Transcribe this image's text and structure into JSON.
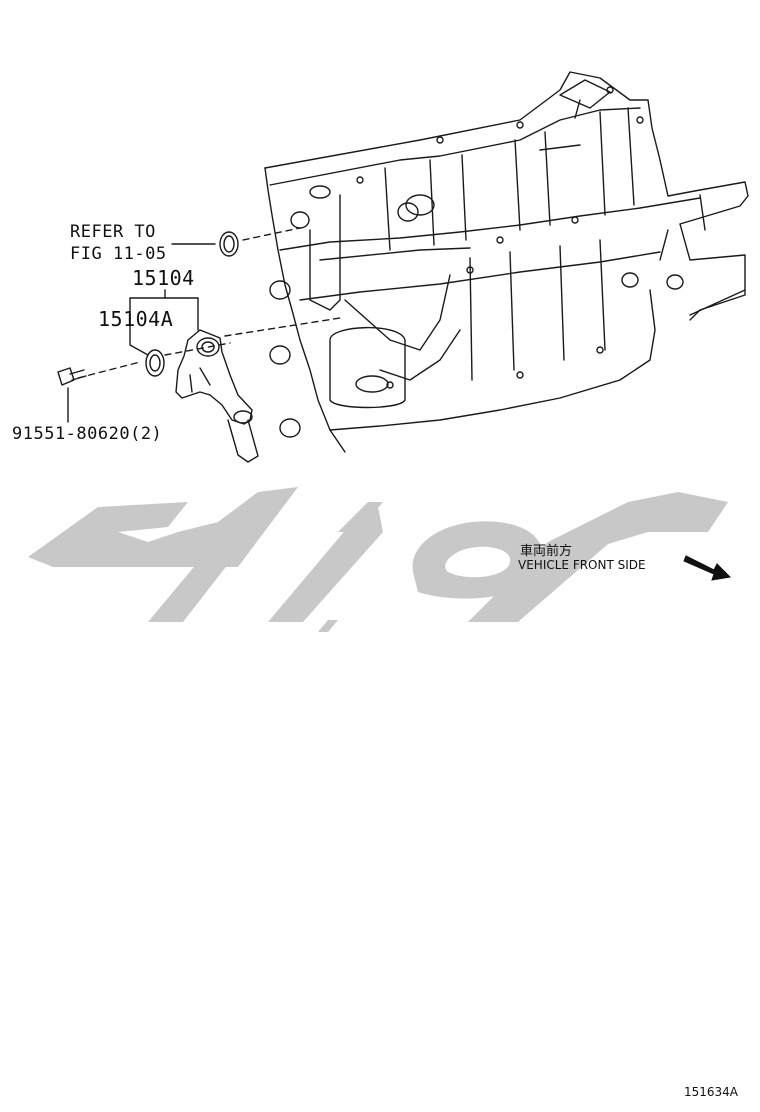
{
  "diagram": {
    "refer_line1": "REFER TO",
    "refer_line2": "FIG 11-05",
    "part_15104": "15104",
    "part_15104A": "15104A",
    "part_bolt": "91551-80620(2)",
    "front_cn": "車両前方",
    "front_en": "VEHICLE FRONT SIDE",
    "figure_id": "151634A"
  },
  "watermark": {
    "color": "#c8c8c8"
  }
}
